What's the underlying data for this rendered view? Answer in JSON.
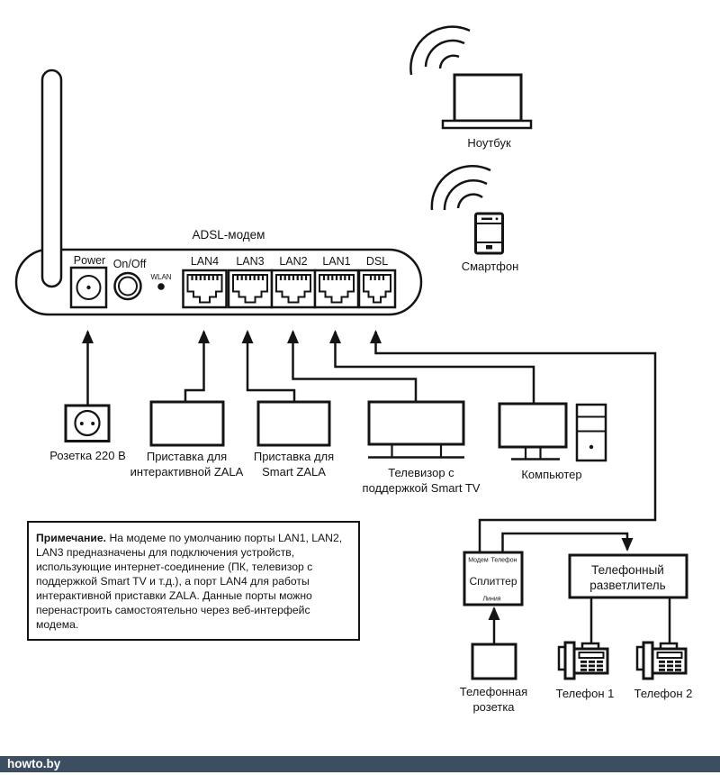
{
  "page": {
    "brand": "howto.by"
  },
  "colors": {
    "ink": "#141414",
    "footer_bg": "#3b4e62",
    "footer_text": "#ffffff"
  },
  "modem": {
    "title": "ADSL-модем",
    "power": "Power",
    "onoff": "On/Off",
    "wlan": "WLAN",
    "ports": [
      "LAN4",
      "LAN3",
      "LAN2",
      "LAN1",
      "DSL"
    ]
  },
  "wireless": {
    "laptop": "Ноутбук",
    "smartphone": "Смартфон"
  },
  "devices": {
    "outlet": "Розетка 220 В",
    "stb_interactive": {
      "line1": "Приставка для",
      "line2": "интерактивной ZALA"
    },
    "stb_smart": {
      "line1": "Приставка для",
      "line2": "Smart ZALA"
    },
    "tv": {
      "line1": "Телевизор с",
      "line2": "поддержкой Smart TV"
    },
    "computer": "Компьютер"
  },
  "phone_section": {
    "splitter": {
      "name": "Сплиттер",
      "port_modem": "Модем",
      "port_phone": "Телефон",
      "port_line": "Линия"
    },
    "phone_splitter": {
      "line1": "Телефонный",
      "line2": "разветлитель"
    },
    "wall_jack": {
      "line1": "Телефонная",
      "line2": "розетка"
    },
    "phone1": "Телефон 1",
    "phone2": "Телефон 2"
  },
  "note": {
    "title": "Примечание.",
    "body": " На модеме по умолчанию порты LAN1, LAN2, LAN3 предназначены для подключения устройств, использующие интернет-соединение (ПК, телевизор с поддержкой Smart TV и т.д.), а порт LAN4 для работы интерактивной приставки ZALA. Данные порты можно перенастроить самостоятельно через веб-интерфейс модема."
  }
}
